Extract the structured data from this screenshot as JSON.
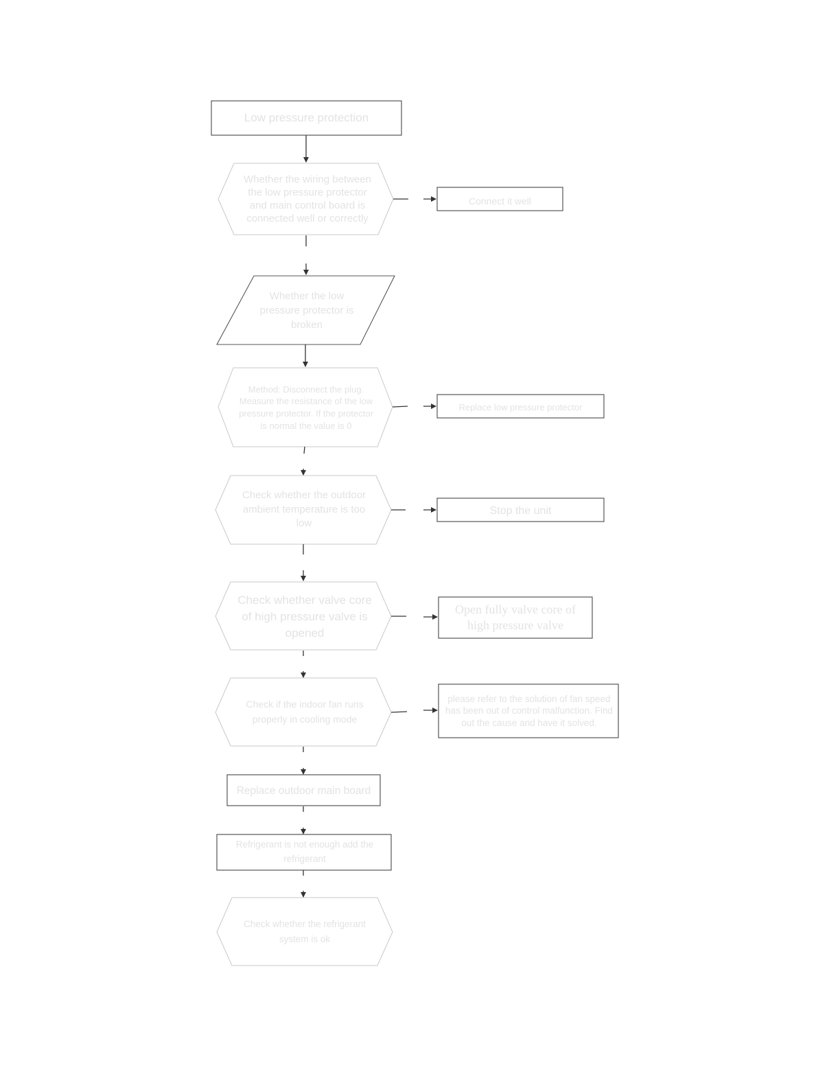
{
  "flowchart": {
    "start": "Low pressure protection",
    "check_wiring": "Whether the wiring between the low pressure protector and main control board is connected well or correctly",
    "connect_well": "Connect it well",
    "check_protector_broken": "Whether the low pressure protector is broken",
    "method_measure": "Method: Disconnect the plug. Measure the resistance of the low pressure protector. If the protector is normal the value is 0",
    "replace_protector": "Replace low pressure protector",
    "check_ambient_temp": "Check whether the outdoor ambient temperature is too low",
    "stop_unit": "Stop the unit",
    "check_valve_core": "Check whether valve core of high pressure valve is opened",
    "open_valve": "Open fully valve core of high pressure valve",
    "check_indoor_fan": "Check if the indoor fan runs properly in cooling mode",
    "fan_speed_solution": "please refer to the solution of fan speed has been out of control malfunction. Find out the cause and have it solved.",
    "replace_main_board": "Replace outdoor main board",
    "add_refrigerant": "Refrigerant is not enough add the refrigerant",
    "check_refrigerant_system": "Check whether the refrigerant system is ok"
  },
  "colors": {
    "stroke": "#555555",
    "faint_stroke": "#c8c8c8",
    "text": "#e3e3e3"
  }
}
